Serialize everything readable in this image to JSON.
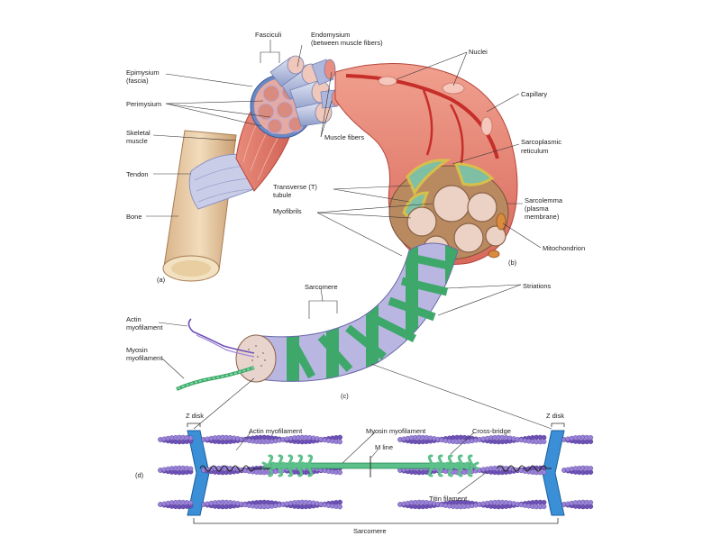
{
  "panel_a": {
    "letter": "(a)",
    "labels": {
      "fasciculi": "Fasciculi",
      "endomysium": "Endomysium",
      "endomysium_note": "(between muscle fibers)",
      "epimysium": "Epimysium",
      "epimysium_note": "(fascia)",
      "perimysium": "Perimysium",
      "skeletal_muscle_1": "Skeletal",
      "skeletal_muscle_2": "muscle",
      "tendon": "Tendon",
      "bone": "Bone",
      "muscle_fibers": "Muscle fibers"
    }
  },
  "panel_b": {
    "letter": "(b)",
    "labels": {
      "nuclei": "Nuclei",
      "capillary": "Capillary",
      "sarcoplasmic_1": "Sarcoplasmic",
      "sarcoplasmic_2": "reticulum",
      "t_tubule_1": "Transverse (T)",
      "t_tubule_2": "tubule",
      "myofibrils": "Myofibrils",
      "sarcolemma_1": "Sarcolemma",
      "sarcolemma_2": "(plasma",
      "sarcolemma_3": "membrane)",
      "mitochondrion": "Mitochondrion"
    }
  },
  "panel_c": {
    "letter": "(c)",
    "labels": {
      "sarcomere": "Sarcomere",
      "striations": "Striations",
      "actin_1": "Actin",
      "actin_2": "myofilament",
      "myosin_1": "Myosin",
      "myosin_2": "myofilament"
    }
  },
  "panel_d": {
    "letter": "(d)",
    "labels": {
      "z_disk_left": "Z disk",
      "z_disk_right": "Z disk",
      "actin_myofilament": "Actin myofilament",
      "myosin_myofilament": "Myosin myofilament",
      "cross_bridge": "Cross-bridge",
      "m_line": "M line",
      "titin": "Titin filament",
      "sarcomere": "Sarcomere"
    }
  },
  "colors": {
    "muscle_red": "#e0796a",
    "fiber_blue": "#9fb0d8",
    "band_green": "#3ea86a",
    "band_lavender": "#b8b4e0",
    "actin_purple": "#6f52b8",
    "myosin_green": "#5cc08a",
    "z_disk_blue": "#3a8fd6",
    "bone_tan": "#e8c9a0"
  }
}
